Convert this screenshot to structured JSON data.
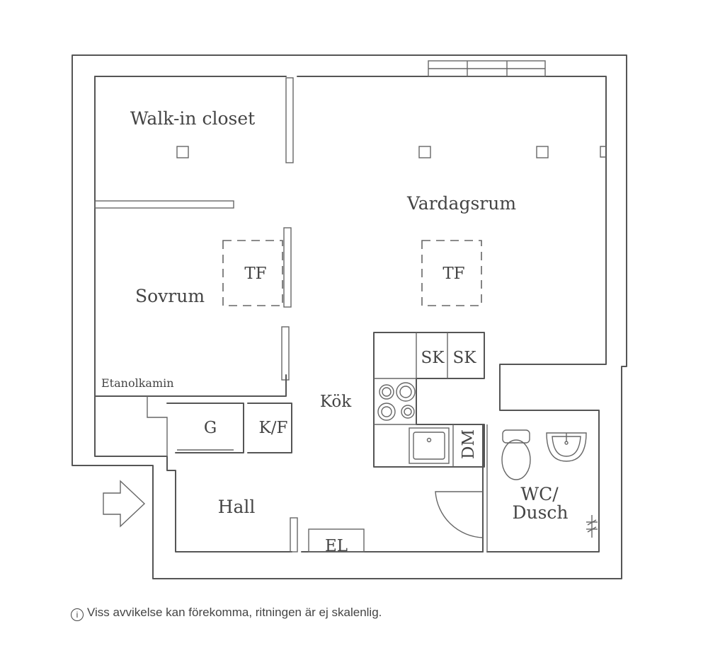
{
  "rooms": {
    "walk_in_closet": "Walk-in closet",
    "vardagsrum": "Vardagsrum",
    "sovrum": "Sovrum",
    "tf_sovrum": "TF",
    "tf_vardagsrum": "TF",
    "sk1": "SK",
    "sk2": "SK",
    "etanolkamin": "Etanolkamin",
    "kok": "Kök",
    "g": "G",
    "kf": "K/F",
    "dm": "DM",
    "wc_line1": "WC/",
    "wc_line2": "Dusch",
    "hall": "Hall",
    "el": "EL"
  },
  "disclaimer": {
    "icon": "i",
    "text": "Viss avvikelse kan förekomma, ritningen är ej skalenlig."
  }
}
